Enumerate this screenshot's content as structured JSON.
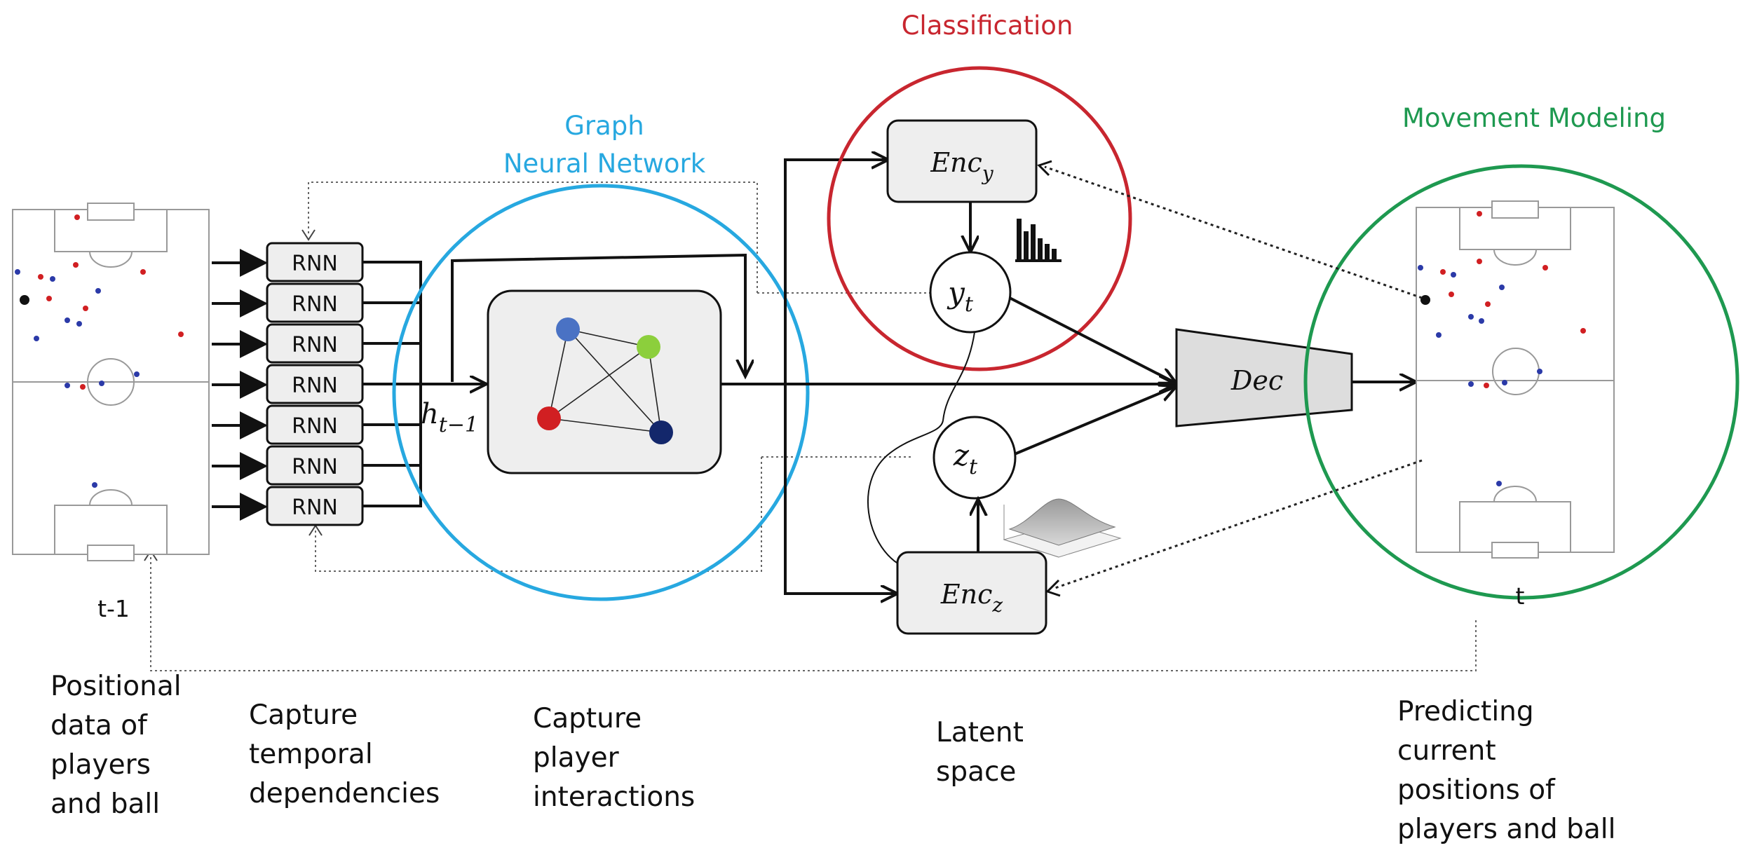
{
  "titles": {
    "classification": "Classification",
    "gnn_line1": "Graph",
    "gnn_line2": "Neural Network",
    "movement": "Movement Modeling"
  },
  "colors": {
    "classification": "#c8262f",
    "gnn": "#27a8e0",
    "movement": "#1e9950",
    "node_blue": "#4a72c4",
    "node_green": "#8ccf3c",
    "node_red": "#d11f22",
    "node_navy": "#13276b",
    "box_fill": "#eeeeee"
  },
  "rnn_label": "RNN",
  "rnn_units": [
    {
      "label": "RNN"
    },
    {
      "label": "RNN"
    },
    {
      "label": "RNN"
    },
    {
      "label": "RNN"
    },
    {
      "label": "RNN"
    },
    {
      "label": "RNN"
    },
    {
      "label": "RNN"
    }
  ],
  "hidden_state": {
    "base": "h",
    "sub": "t−1"
  },
  "enc_y": {
    "base": "Enc",
    "sub": "y"
  },
  "enc_z": {
    "base": "Enc",
    "sub": "z"
  },
  "y_node": {
    "base": "y",
    "sub": "t"
  },
  "z_node": {
    "base": "z",
    "sub": "t"
  },
  "decoder": "Dec",
  "time": {
    "prev": "t-1",
    "curr": "t"
  },
  "captions": {
    "positional": [
      "Positional",
      "data of",
      "players",
      "and ball"
    ],
    "temporal": [
      "Capture",
      "temporal",
      "dependencies"
    ],
    "interactions": [
      "Capture",
      "player",
      "interactions"
    ],
    "latent": [
      "Latent",
      "space"
    ],
    "predicting": [
      "Predicting",
      "current",
      "positions of",
      "players and ball"
    ]
  },
  "icons": {
    "histogram": "bar-chart-icon",
    "surface": "3d-surface-plot-icon",
    "pitch": "soccer-pitch-icon"
  }
}
